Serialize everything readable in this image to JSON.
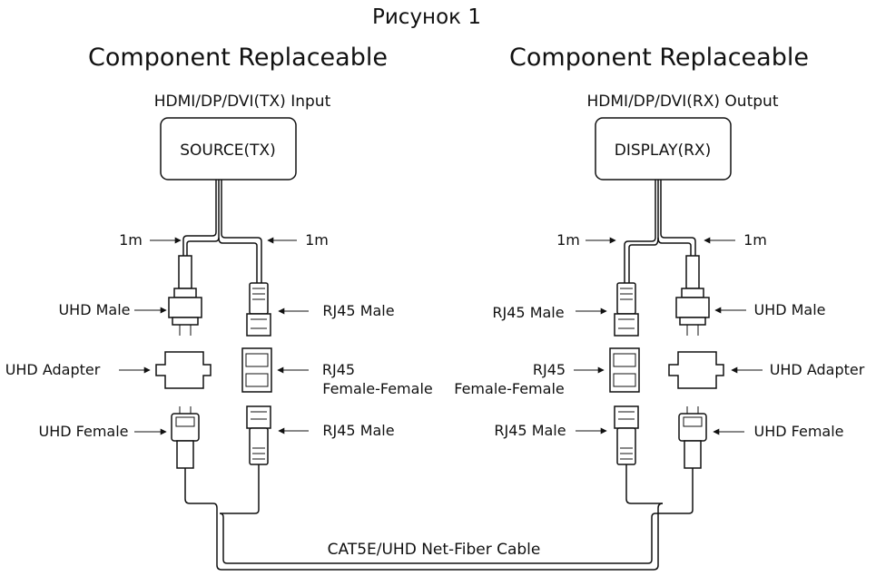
{
  "figure_title": "Рисунок 1",
  "left": {
    "heading": "Component Replaceable",
    "io_label": "HDMI/DP/DVI(TX)  Input",
    "device_label": "SOURCE(TX)",
    "length_left": "1m",
    "length_right": "1m",
    "uhd_male": "UHD Male",
    "rj45_male_top": "RJ45 Male",
    "uhd_adapter": "UHD Adapter",
    "rj45_ff_line1": "RJ45",
    "rj45_ff_line2": "Female-Female",
    "uhd_female": "UHD Female",
    "rj45_male_bottom": "RJ45 Male"
  },
  "right": {
    "heading": "Component Replaceable",
    "io_label": "HDMI/DP/DVI(RX) Output",
    "device_label": "DISPLAY(RX)",
    "length_left": "1m",
    "length_right": "1m",
    "rj45_male_top": "RJ45 Male",
    "uhd_male": "UHD Male",
    "rj45_ff_line1": "RJ45",
    "rj45_ff_line2": "Female-Female",
    "uhd_adapter": "UHD Adapter",
    "rj45_male_bottom": "RJ45 Male",
    "uhd_female": "UHD Female"
  },
  "cable_label": "CAT5E/UHD Net-Fiber Cable"
}
